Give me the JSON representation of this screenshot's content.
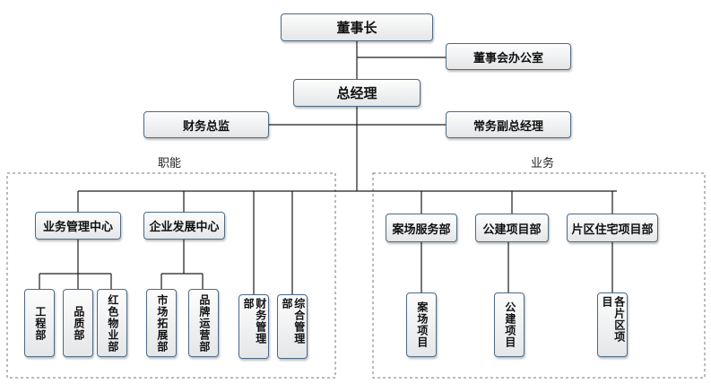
{
  "nodes": {
    "chairman": "董事长",
    "board_office": "董事会办公室",
    "general_manager": "总经理",
    "cfo": "财务总监",
    "exec_deputy_gm": "常务副总经理",
    "business_mgmt_center": "业务管理中心",
    "enterprise_dev_center": "企业发展中心",
    "engineering_dept": "工程部",
    "quality_dept": "品质部",
    "red_property_dept": "红色物业部",
    "market_dev_dept": "市场拓展部",
    "brand_ops_dept": "品牌运营部",
    "finance_mgmt_dept": "财务管理部",
    "general_mgmt_dept": "综合管理部",
    "case_service_dept": "案场服务部",
    "public_building_dept": "公建项目部",
    "residential_dept": "片区住宅项目部",
    "case_project": "案场项目",
    "public_building_project": "公建项目",
    "district_projects": "各片区项目"
  },
  "sections": {
    "functional": "职能",
    "business": "业务"
  },
  "colors": {
    "line": "#1c1c1c",
    "dashed_border": "#777777",
    "box_border": "#4d6a86"
  }
}
